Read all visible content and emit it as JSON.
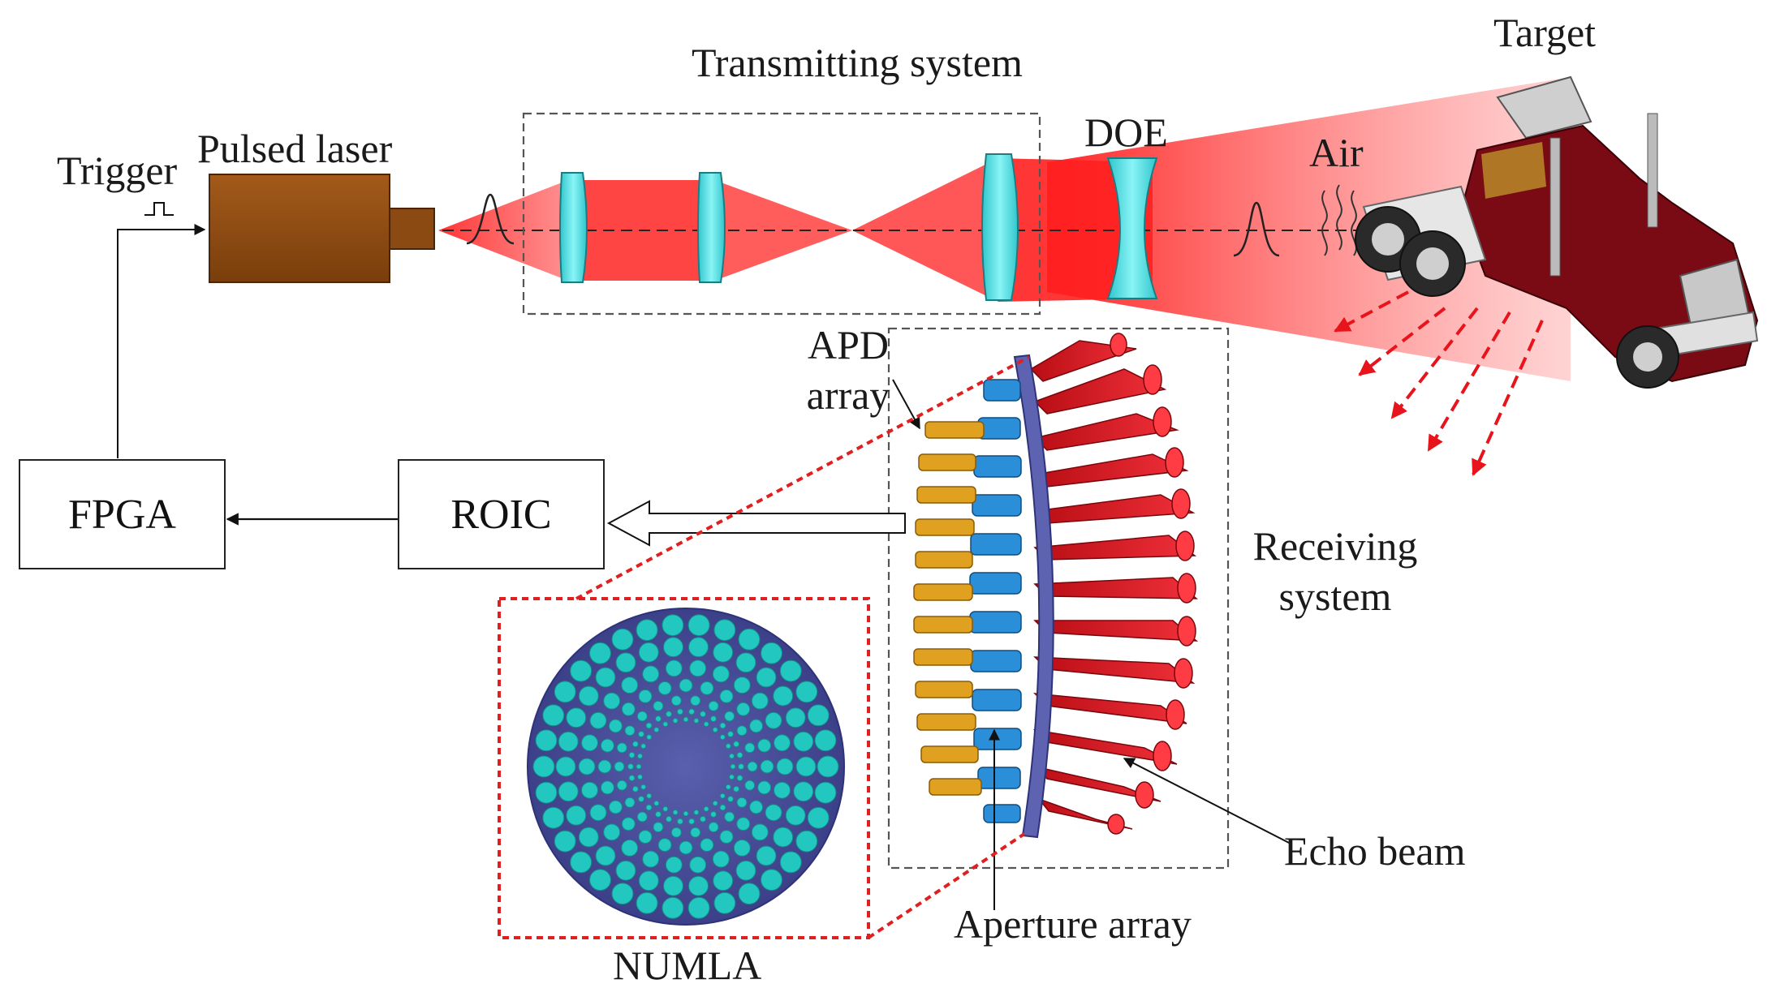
{
  "labels": {
    "trigger": "Trigger",
    "pulsed_laser": "Pulsed laser",
    "transmitting_system": "Transmitting system",
    "doe": "DOE",
    "air": "Air",
    "target": "Target",
    "apd_array_line1": "APD",
    "apd_array_line2": "array",
    "fpga": "FPGA",
    "roic": "ROIC",
    "receiving_system_line1": "Receiving",
    "receiving_system_line2": "system",
    "echo_beam": "Echo beam",
    "aperture_array": "Aperture array",
    "numla": "NUMLA"
  },
  "colors": {
    "laser_body": "#8b4a12",
    "beam_red": "#e8141c",
    "lens_cyan": "#5fe0e4",
    "target_truck": "#7a0a14",
    "apd_gold": "#e0a020",
    "aperture_blue": "#2a8fd8",
    "numla_disc": "#4a4f9a",
    "numla_lens": "#22c7c0",
    "callout_dashed_red": "#e02020",
    "dashed_gray": "#555555"
  }
}
